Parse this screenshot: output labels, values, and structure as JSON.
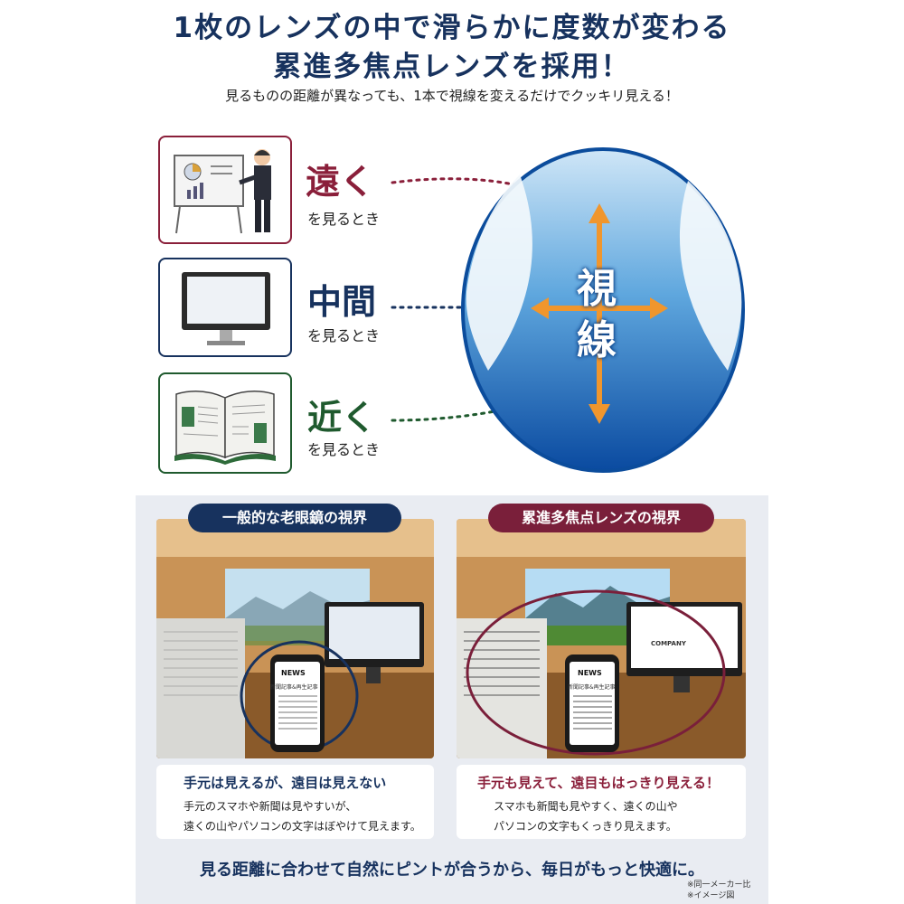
{
  "header": {
    "title_line1": "1枚のレンズの中で滑らかに度数が変わる",
    "title_line2": "累進多焦点レンズを採用！",
    "subtitle": "見るものの距離が異なっても、1本で視線を変えるだけでクッキリ見える！"
  },
  "distances": [
    {
      "label": "遠く",
      "sub": "を見るとき",
      "color": "#8a1f3a"
    },
    {
      "label": "中間",
      "sub": "を見るとき",
      "color": "#17325e"
    },
    {
      "label": "近く",
      "sub": "を見るとき",
      "color": "#1f5a2e"
    }
  ],
  "lens": {
    "char1": "視",
    "char2": "線"
  },
  "panels": {
    "left": {
      "pill": "一般的な老眼鏡の視界",
      "pill_color": "#17325e",
      "heading": "手元は見えるが、遠目は見えない",
      "heading_color": "#17325e",
      "body_line1": "手元のスマホや新聞は見やすいが、",
      "body_line2": "遠くの山やパソコンの文字はぼやけて見えます。",
      "phone_title": "NEWS",
      "phone_headline": "新聞記事&再生記事"
    },
    "right": {
      "pill": "累進多焦点レンズの視界",
      "pill_color": "#7a1f3a",
      "heading": "手元も見えて、遠目もはっきり見える！",
      "heading_color": "#8a1f3a",
      "body_line1": "スマホも新聞も見やすく、遠くの山や",
      "body_line2": "パソコンの文字もくっきり見えます。",
      "phone_title": "NEWS",
      "phone_headline": "新聞記事&再生記事",
      "monitor_label": "COMPANY"
    }
  },
  "footer": {
    "text": "見る距離に合わせて自然にピントが合うから、毎日がもっと快適に。",
    "note1": "※同一メーカー比",
    "note2": "※イメージ図"
  }
}
